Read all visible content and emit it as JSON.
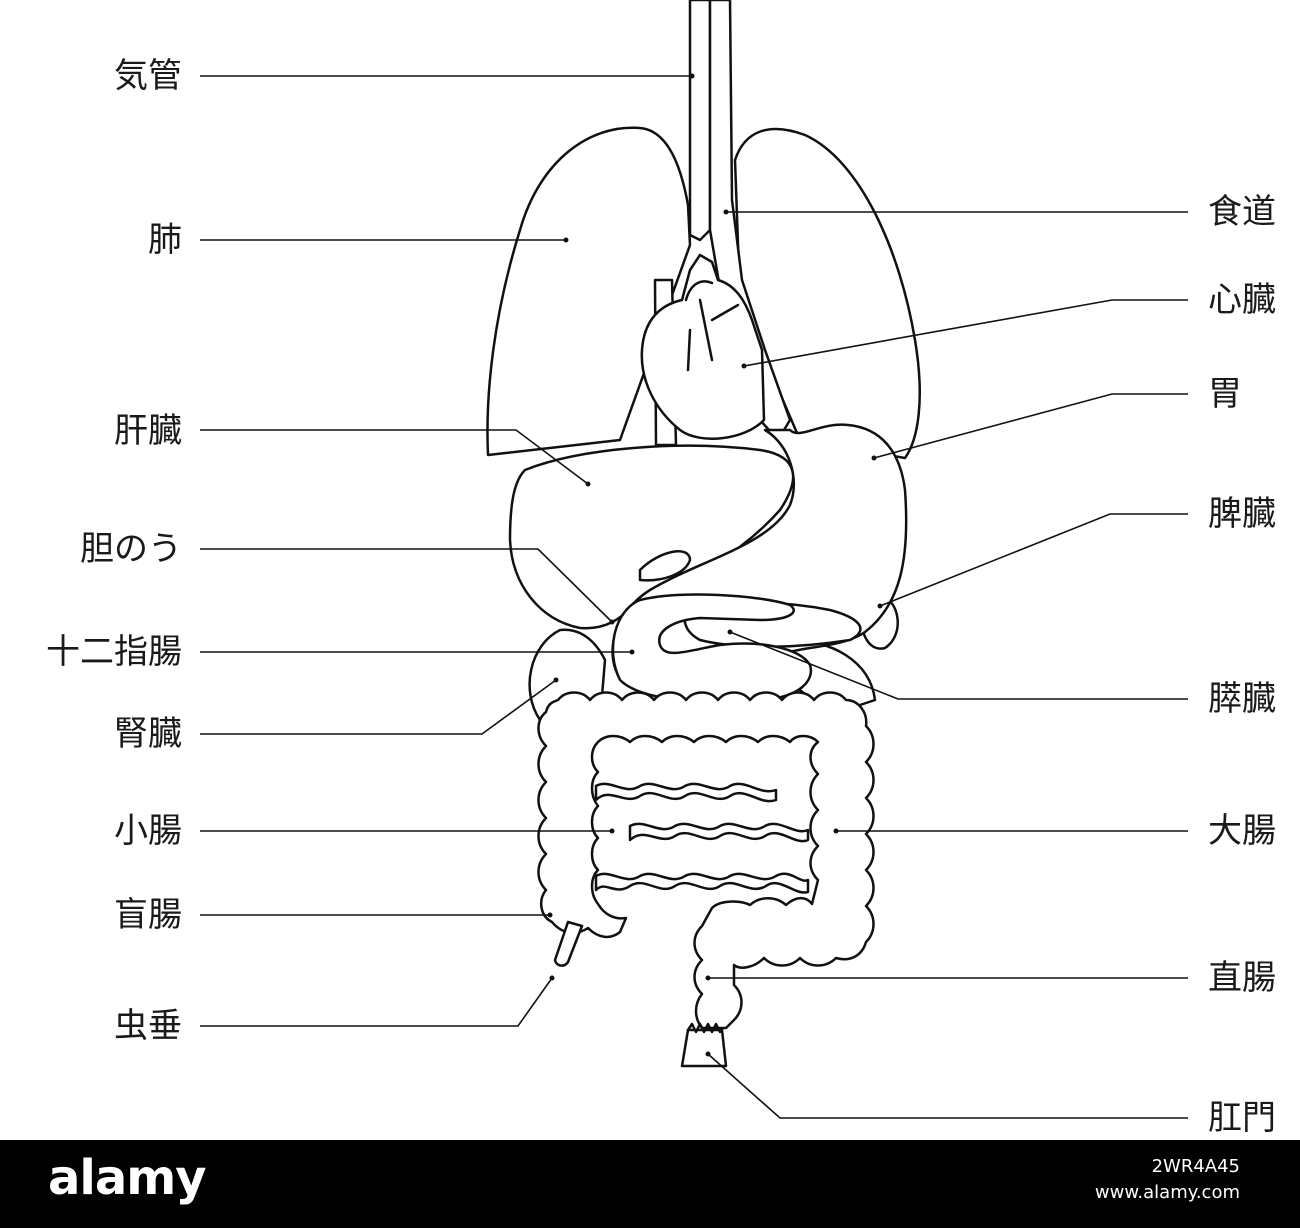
{
  "labels": {
    "trachea": "気管",
    "lung": "肺",
    "liver": "肝臓",
    "gallbladder": "胆のう",
    "duodenum": "十二指腸",
    "kidney": "腎臓",
    "small_intestine": "小腸",
    "cecum": "盲腸",
    "appendix": "虫垂",
    "esophagus": "食道",
    "heart": "心臓",
    "stomach": "胃",
    "spleen": "脾臓",
    "pancreas": "膵臓",
    "large_intestine": "大腸",
    "rectum": "直腸",
    "anus": "肛門"
  },
  "footer": {
    "logo": "alamy",
    "image_id": "2WR4A45",
    "url": "www.alamy.com"
  },
  "colors": {
    "line": "#111111",
    "footer_bg": "#000000",
    "footer_text": "#ffffff"
  }
}
